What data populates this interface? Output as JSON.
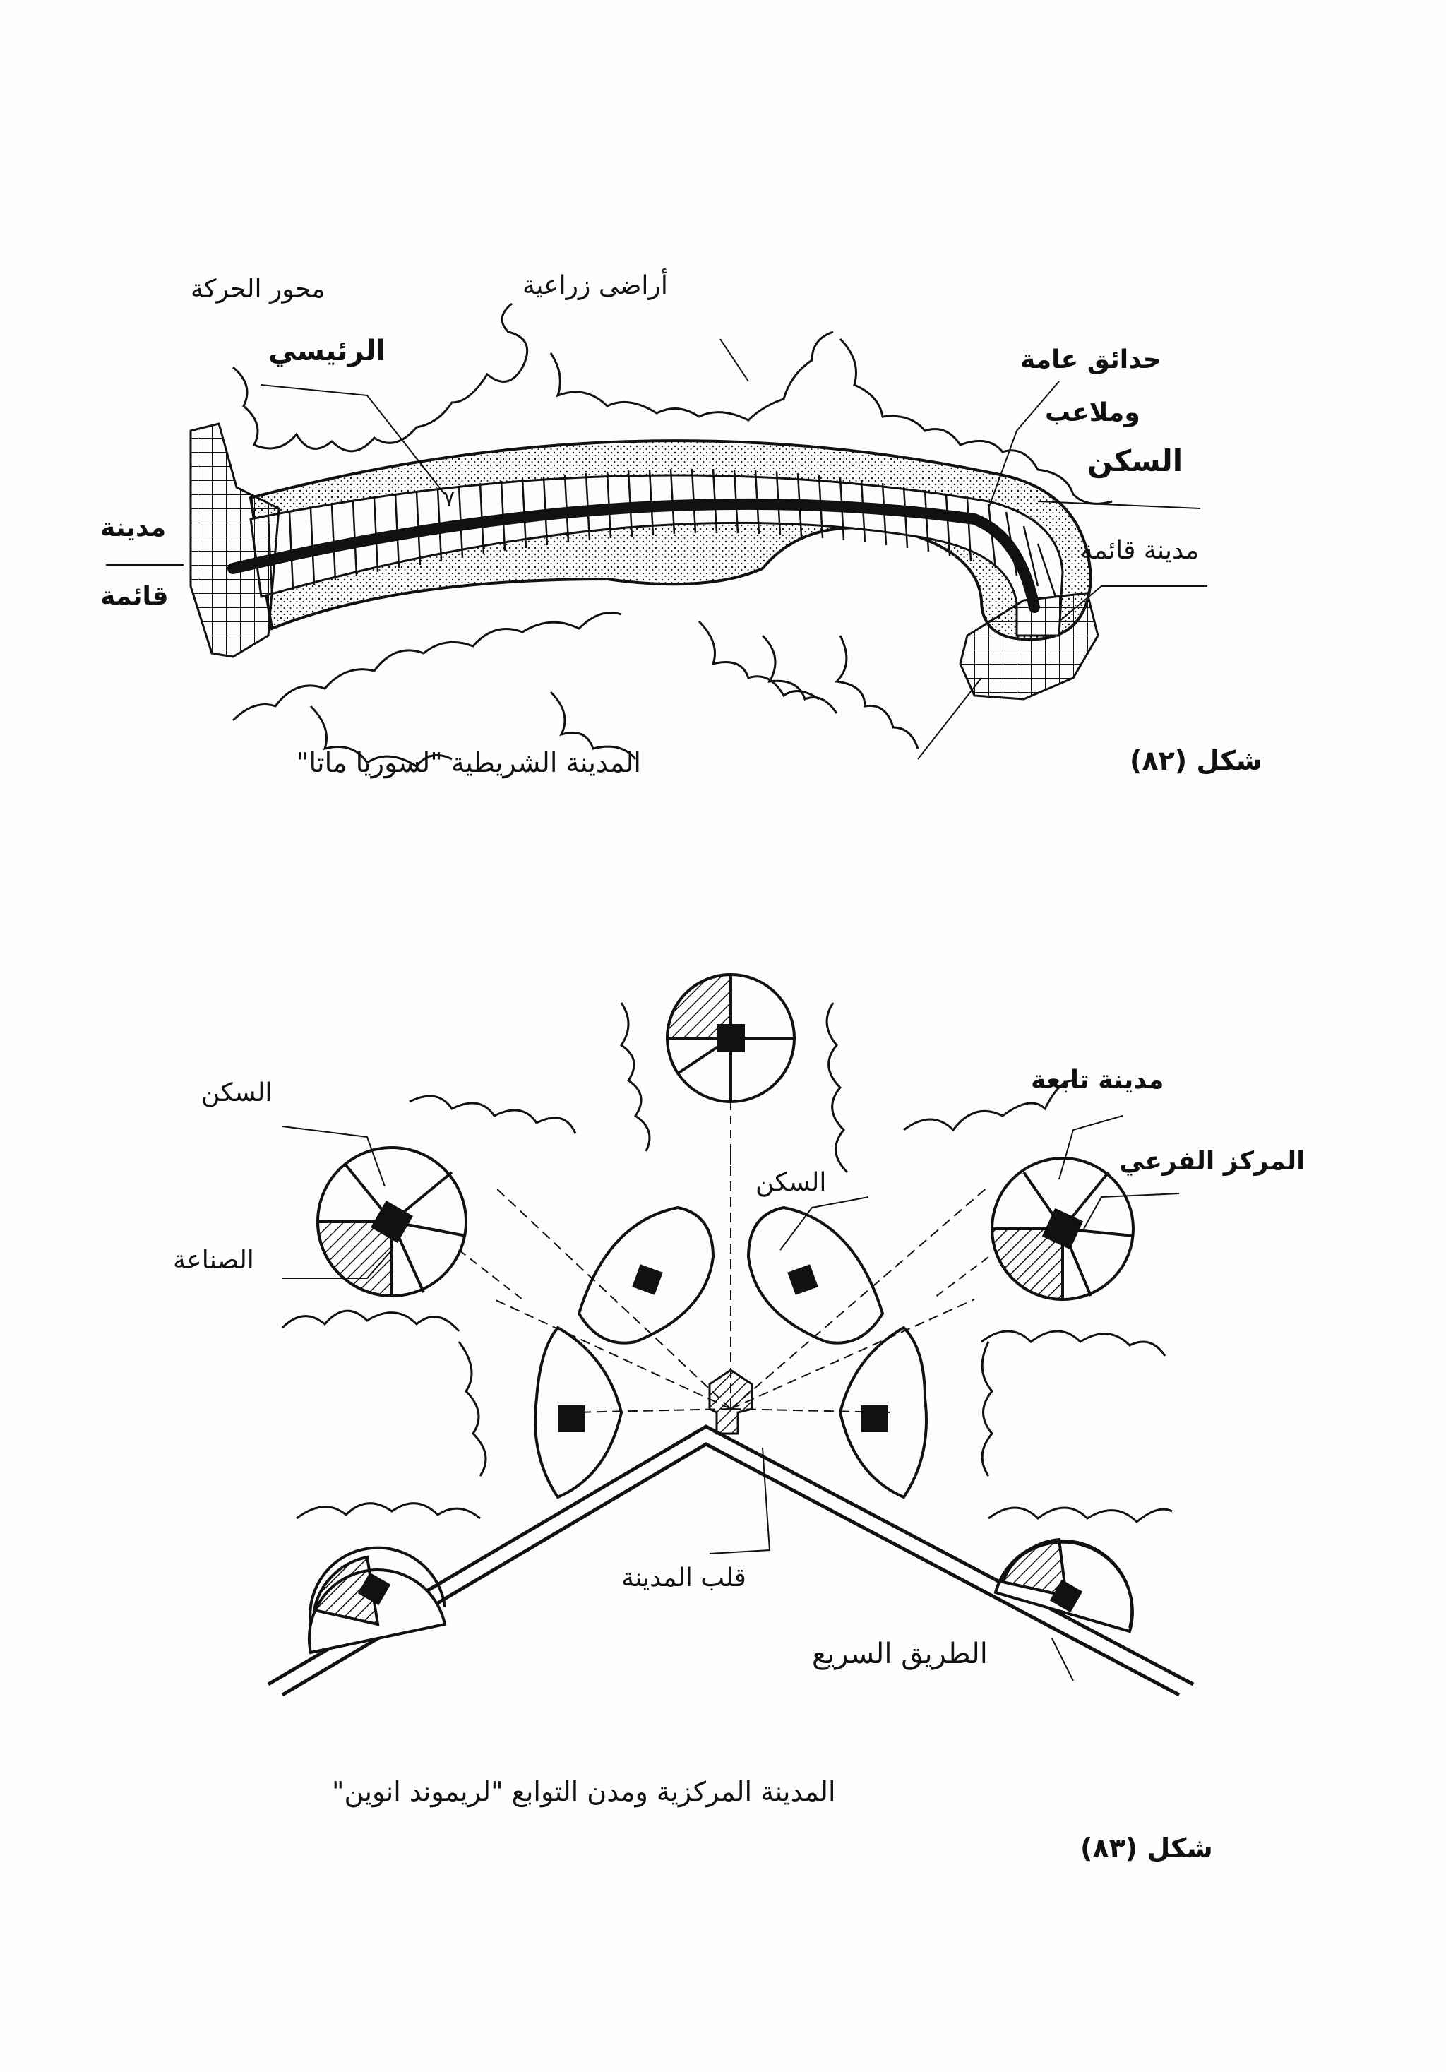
{
  "figure82": {
    "labels": {
      "movement_axis_1": "محور الحركة",
      "movement_axis_2": "الرئيسي",
      "agri_land": "أراضى زراعية",
      "public_gardens_1": "حدائق عامة",
      "public_gardens_2": "وملاعب",
      "housing": "السكن",
      "existing_city_right": "مدينة قائمة",
      "existing_city_left_1": "مدينة",
      "existing_city_left_2": "قائمة",
      "vertebra_mark": "٧"
    },
    "caption": "المدينة الشريطية \"لسوريا ماتا\"",
    "figure_number": "شكل (٨٢)"
  },
  "figure83": {
    "labels": {
      "housing_left": "السكن",
      "industry": "الصناعة",
      "housing_center": "السكن",
      "satellite_city": "مدينة تابعة",
      "sub_center": "المركز الفرعي",
      "city_heart": "قلب المدينة",
      "expressway": "الطريق السريع"
    },
    "caption": "المدينة المركزية ومدن التوابع \"لريموند انوين\"",
    "figure_number": "شكل (٨٣)"
  },
  "colors": {
    "paper": "#fdfdfb",
    "ink": "#111111"
  }
}
